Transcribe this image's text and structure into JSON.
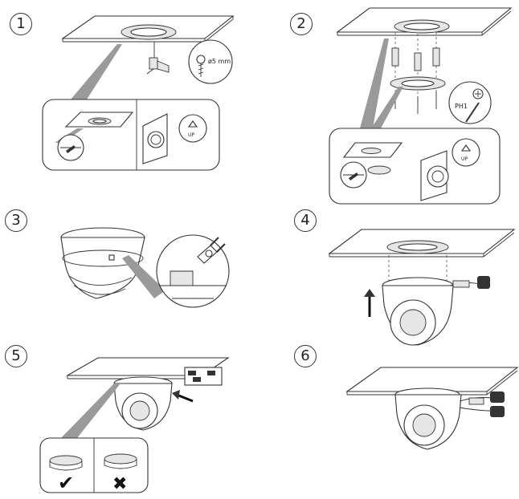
{
  "steps": [
    {
      "number": "1"
    },
    {
      "number": "2"
    },
    {
      "number": "3"
    },
    {
      "number": "4"
    },
    {
      "number": "5"
    },
    {
      "number": "6"
    }
  ],
  "labels": {
    "drill_size": "ø5 mm",
    "screwdriver": "PH1",
    "up": "UP"
  },
  "marks": {
    "check": "✔",
    "cross": "✖"
  }
}
